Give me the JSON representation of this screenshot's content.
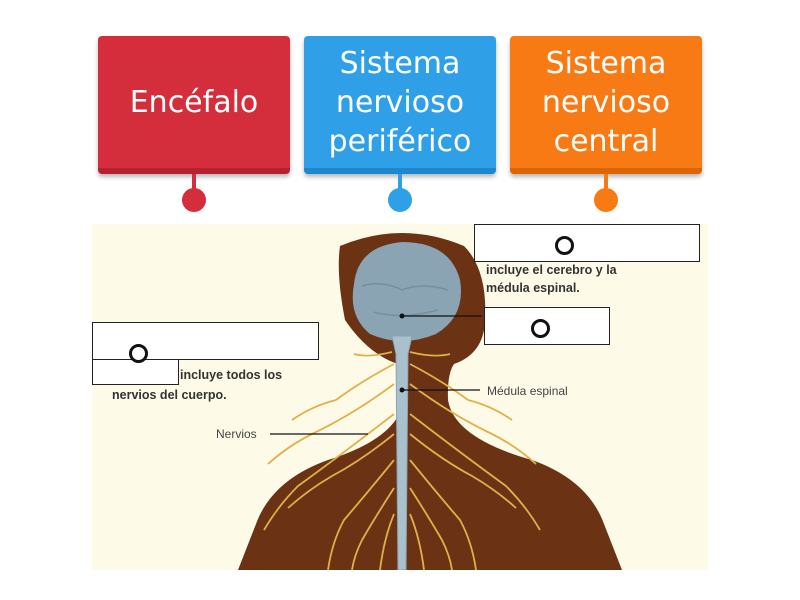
{
  "cards": [
    {
      "lines": [
        "Encéfalo"
      ],
      "color": "#d42e3d"
    },
    {
      "lines": [
        "Sistema",
        "nervioso",
        "periférico"
      ],
      "color": "#2fa0e8"
    },
    {
      "lines": [
        "Sistema",
        "nervioso",
        "central"
      ],
      "color": "#f77a14"
    }
  ],
  "figure": {
    "central_desc": [
      "incluye el cerebro y la",
      "médula espinal."
    ],
    "peripheral_desc": [
      "incluye todos los",
      "nervios del cuerpo."
    ],
    "spinal_cord_label": "Médula espinal",
    "nerves_label": "Nervios"
  },
  "colors": {
    "skin": "#6b3214",
    "brain": "#8aa4b4",
    "nerves": "#e0b04a",
    "background": "#fdfbe8"
  }
}
